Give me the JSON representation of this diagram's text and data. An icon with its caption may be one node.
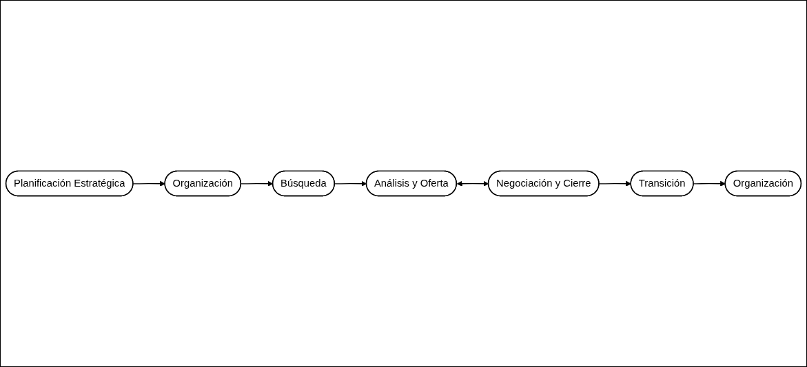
{
  "diagram": {
    "nodes": [
      {
        "text": [
          "Planificación Estratégica"
        ]
      },
      {
        "text": [
          "Organización"
        ]
      },
      {
        "text": [
          "Búsqueda"
        ]
      },
      {
        "text": [
          "Análisis y Oferta"
        ]
      },
      {
        "text": [
          "Negociación y Cierre"
        ]
      },
      {
        "text": [
          "Transición"
        ]
      },
      {
        "text": [
          "Organización"
        ]
      }
    ],
    "edges": [
      {
        "from": 0,
        "to": 1,
        "arrow": "to"
      },
      {
        "from": 1,
        "to": 2,
        "arrow": "to"
      },
      {
        "from": 2,
        "to": 3,
        "arrow": "to"
      },
      {
        "from": 3,
        "to": 4,
        "arrow": "both"
      },
      {
        "from": 4,
        "to": 5,
        "arrow": "to"
      },
      {
        "from": 5,
        "to": 6,
        "arrow": "to"
      }
    ]
  }
}
